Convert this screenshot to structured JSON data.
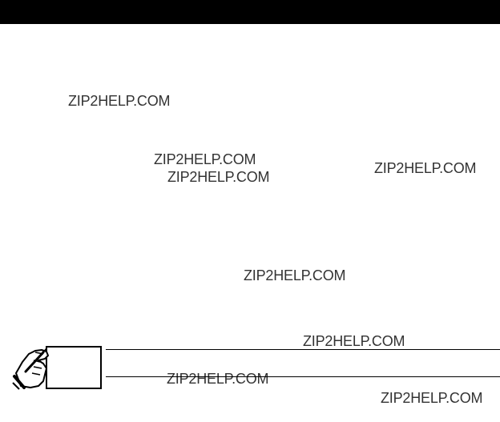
{
  "page": {
    "header_bar_color": "#000000",
    "background_color": "#ffffff"
  },
  "watermarks": [
    "ZIP2HELP.COM",
    "ZIP2HELP.COM",
    "ZIP2HELP.COM",
    "ZIP2HELP.COM",
    "ZIP2HELP.COM",
    "ZIP2HELP.COM",
    "ZIP2HELP.COM",
    "ZIP2HELP.COM"
  ],
  "note": {
    "icon": "hand-writing-note-icon"
  }
}
